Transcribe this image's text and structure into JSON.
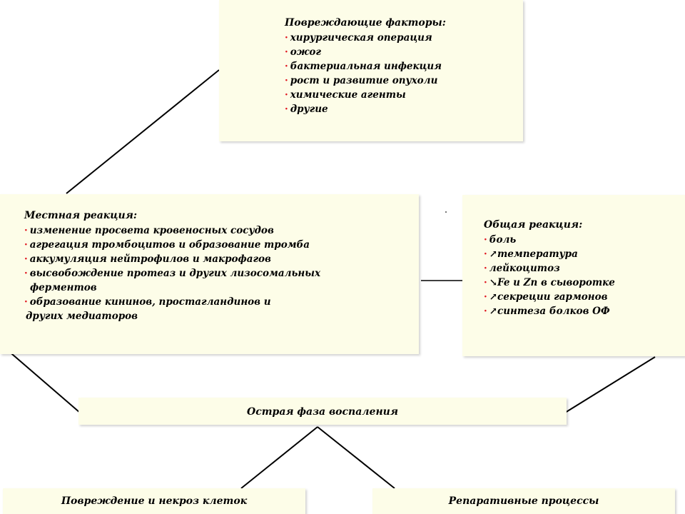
{
  "factors": {
    "title": "Повреждающие факторы:",
    "items": [
      "хирургическая операция",
      "ожог",
      "бактериальная инфекция",
      "рост и развитие опухоли",
      "химические агенты",
      "другие"
    ]
  },
  "local_reaction": {
    "title": "Местная реакция:",
    "items": [
      {
        "text": "изменение просвета кровеносных сосудов"
      },
      {
        "text": "агрегация тромбоцитов и образование тромба"
      },
      {
        "text": "аккумуляция нейтрофилов и макрофагов"
      },
      {
        "text": "высвобождение протеаз и других лизосомальных",
        "cont": "ферментов"
      },
      {
        "text": "образование кининов, простагландинов и",
        "cont": "других медиаторов"
      }
    ]
  },
  "general_reaction": {
    "title": "Общая реакция:",
    "items": [
      "боль",
      "↗температура",
      "лейкоцитоз",
      "↘Fe  и Zn в сыворотке",
      "↗секреции гармонов",
      "↗синтеза болков ОФ"
    ]
  },
  "acute_phase": {
    "label": "Острая фаза воспаления"
  },
  "outcomes": {
    "damage": "Повреждение и некроз клеток",
    "repair": "Репаративные процессы"
  },
  "colors": {
    "box_fill": "#fdfde8",
    "bullet": "#e0171f",
    "line": "#000000"
  }
}
